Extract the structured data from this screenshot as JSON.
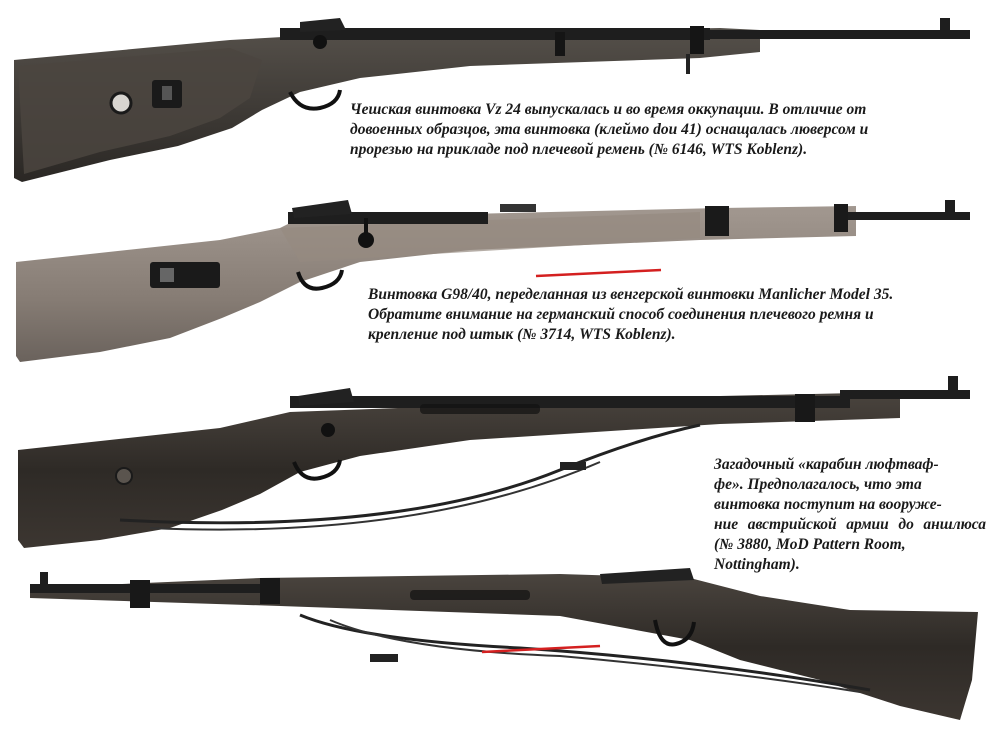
{
  "page": {
    "background": "#ffffff",
    "ink_color": "#1a1a1a",
    "wood_dark": "#3a3530",
    "wood_light": "#8a8078",
    "metal": "#1e1e1e",
    "annotation_color": "#d42020"
  },
  "captions": [
    {
      "id": "caption-vz24",
      "lines": [
        "Чешская винтовка Vz 24 выпускалась и во время оккупации. В отличие от",
        "довоенных образцов, эта винтовка (клеймо dou 41) оснащалась люверсом и",
        "прорезью на прикладе под плечевой ремень (№ 6146, WTS Koblenz)."
      ]
    },
    {
      "id": "caption-g98-40",
      "lines": [
        "Винтовка G98/40, переделанная из венгерской винтовки Manlicher Model 35.",
        "Обратите внимание на германский способ соединения плечевого ремня и",
        "крепление под штык (№ 3714, WTS Koblenz)."
      ]
    },
    {
      "id": "caption-luftwaffe-carbine",
      "lines": [
        "Загадочный «карабин люфтваф-",
        "фе». Предполагалось, что эта",
        "винтовка поступит на вооруже-",
        "ние австрийской армии до аншлюса (№ 3880, MoD Pattern Room,",
        "Nottingham)."
      ]
    }
  ],
  "figures": [
    {
      "name": "rifle-vz24",
      "orientation": "muzzle-right"
    },
    {
      "name": "rifle-g98-40",
      "orientation": "muzzle-right"
    },
    {
      "name": "rifle-luftwaffe-carbine",
      "orientation": "muzzle-right",
      "sling": true
    },
    {
      "name": "rifle-carbine-reverse",
      "orientation": "muzzle-left",
      "sling": true
    }
  ]
}
